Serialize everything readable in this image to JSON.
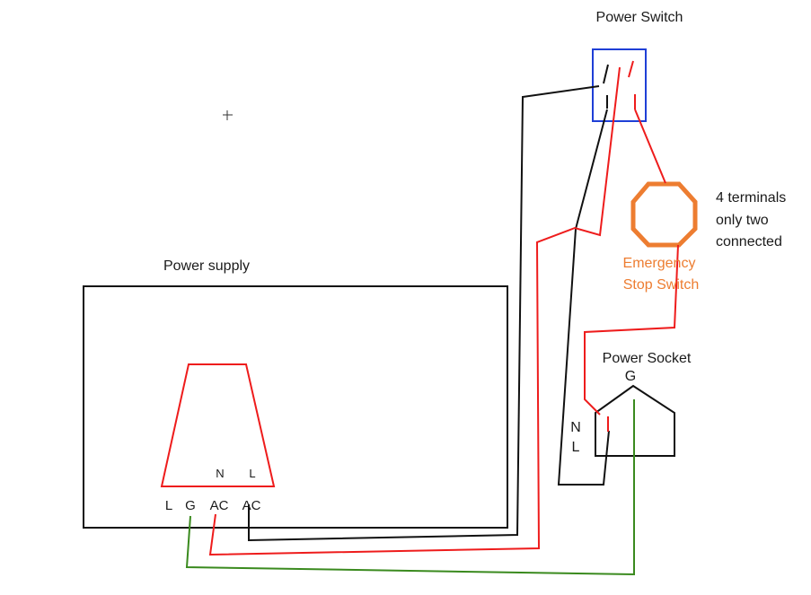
{
  "labels": {
    "power_switch": "Power Switch",
    "power_supply": "Power supply",
    "power_socket": "Power Socket",
    "socket_g": "G",
    "socket_n": "N",
    "socket_l": "L",
    "estop_line1": "Emergency",
    "estop_line2": "Stop Switch",
    "note_line1": "4 terminals",
    "note_line2": "only two",
    "note_line3": "connected",
    "supply_terminals": {
      "l": "L",
      "g": "G",
      "ac1": "AC",
      "ac2": "AC"
    },
    "trapezoid_n": "N",
    "trapezoid_l": "L"
  },
  "colors": {
    "live_wire": "#EE1C1C",
    "neutral_wire": "#111111",
    "ground_wire": "#3A8A1E",
    "switch_box": "#1F3FD6",
    "estop": "#ED7D31",
    "outline": "#111111"
  }
}
